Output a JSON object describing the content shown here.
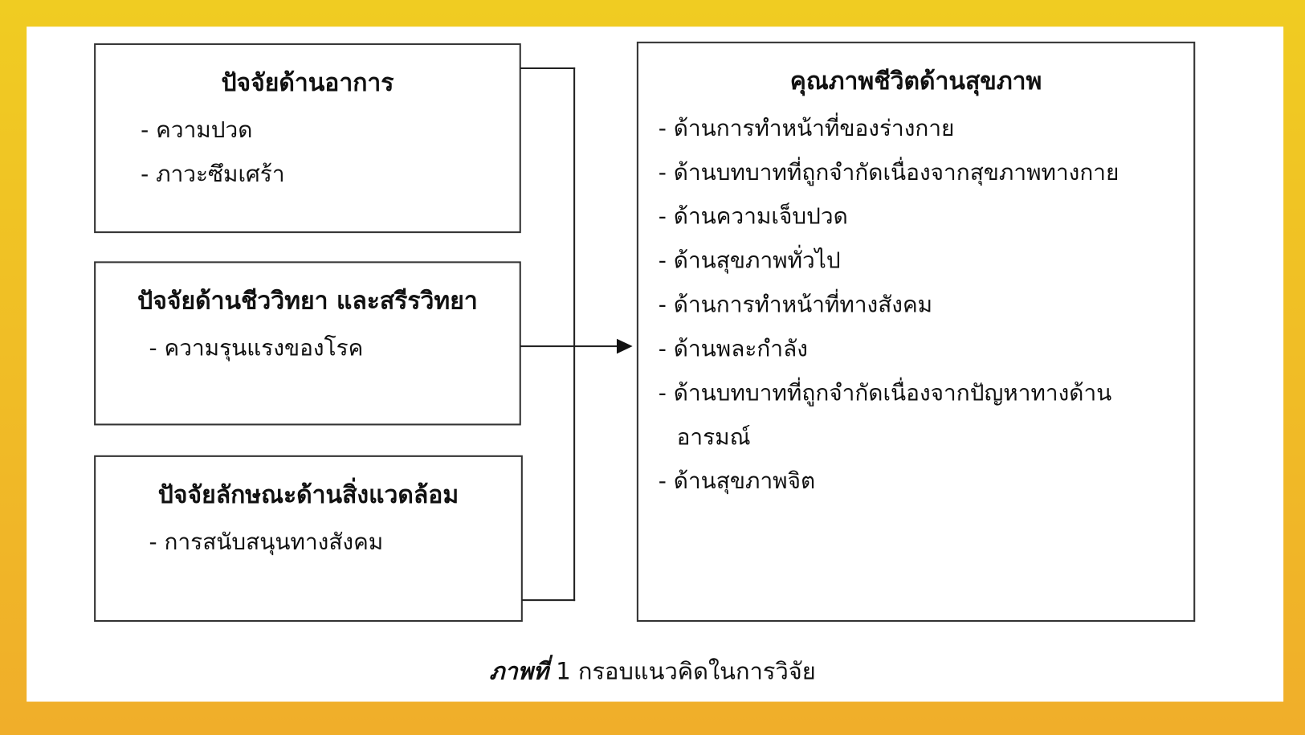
{
  "factors": [
    {
      "title": "ปัจจัยด้านอาการ",
      "items": [
        "- ความปวด",
        "- ภาวะซึมเศร้า"
      ]
    },
    {
      "title": "ปัจจัยด้านชีววิทยา และสรีรวิทยา",
      "items": [
        "- ความรุนแรงของโรค"
      ]
    },
    {
      "title": "ปัจจัยลักษณะด้านสิ่งแวดล้อม",
      "items": [
        "- การสนับสนุนทางสังคม"
      ]
    }
  ],
  "outcome": {
    "title": "คุณภาพชีวิตด้านสุขภาพ",
    "items": [
      "- ด้านการทำหน้าที่ของร่างกาย",
      "- ด้านบทบาทที่ถูกจำกัดเนื่องจากสุขภาพทางกาย",
      "- ด้านความเจ็บปวด",
      "- ด้านสุขภาพทั่วไป",
      "- ด้านการทำหน้าที่ทางสังคม",
      "- ด้านพละกำลัง",
      "- ด้านบทบาทที่ถูกจำกัดเนื่องจากปัญหาทางด้าน",
      "อารมณ์",
      "- ด้านสุขภาพจิต"
    ]
  },
  "caption": {
    "label": "ภาพที่",
    "text": " 1 กรอบแนวคิดในการวิจัย"
  }
}
